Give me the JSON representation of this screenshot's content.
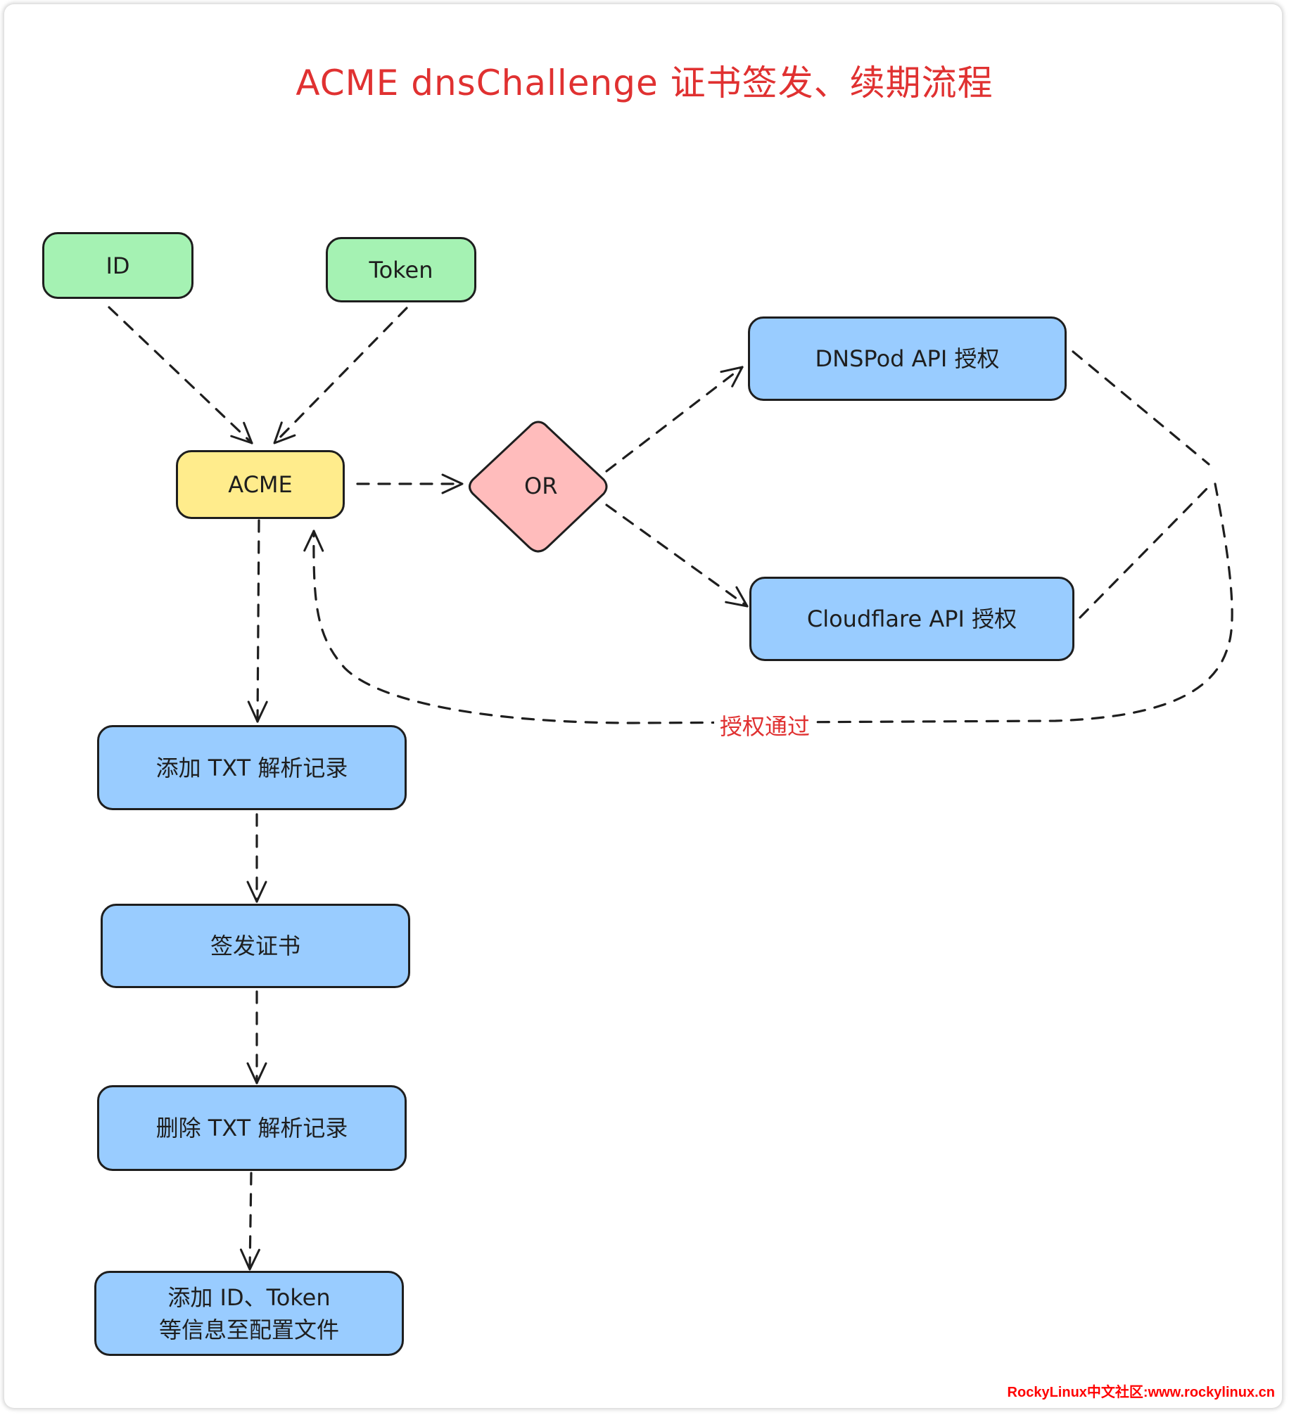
{
  "title": "ACME dnsChallenge 证书签发、续期流程",
  "colors": {
    "title": "#e03131",
    "stroke": "#1e1e1e",
    "green": "#a5f2b3",
    "yellow": "#ffec8c",
    "pink": "#ffbcbc",
    "blue": "#99ccff",
    "watermark": "#ff0000"
  },
  "nodes": {
    "id": "ID",
    "token": "Token",
    "acme": "ACME",
    "or": "OR",
    "dnspod": "DNSPod API 授权",
    "cloudflare": "Cloudflare API 授权",
    "add_txt": "添加 TXT 解析记录",
    "issue_cert": "签发证书",
    "delete_txt": "删除 TXT 解析记录",
    "save_config_line1": "添加 ID、Token",
    "save_config_line2": "等信息至配置文件"
  },
  "edges": [
    {
      "from": "ID",
      "to": "ACME"
    },
    {
      "from": "Token",
      "to": "ACME"
    },
    {
      "from": "ACME",
      "to": "OR"
    },
    {
      "from": "OR",
      "to": "DNSPod API 授权"
    },
    {
      "from": "OR",
      "to": "Cloudflare API 授权"
    },
    {
      "from": "DNSPod API 授权",
      "to": "ACME",
      "label": "授权通过"
    },
    {
      "from": "Cloudflare API 授权",
      "to": "ACME",
      "label": "授权通过"
    },
    {
      "from": "ACME",
      "to": "添加 TXT 解析记录"
    },
    {
      "from": "添加 TXT 解析记录",
      "to": "签发证书"
    },
    {
      "from": "签发证书",
      "to": "删除 TXT 解析记录"
    },
    {
      "from": "删除 TXT 解析记录",
      "to": "添加 ID、Token 等信息至配置文件"
    }
  ],
  "edge_label": "授权通过",
  "watermark": "RockyLinux中文社区:www.rockylinux.cn"
}
